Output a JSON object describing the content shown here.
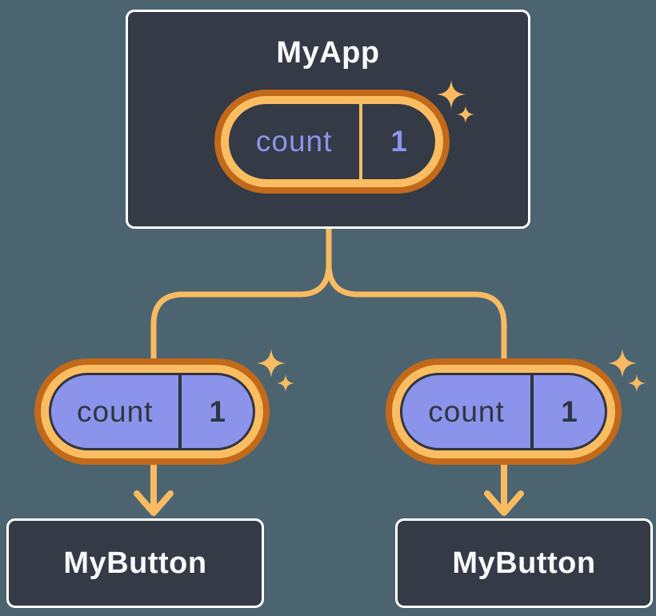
{
  "colors": {
    "background": "#4C6470",
    "box_fill": "#343A46",
    "box_border": "#FFFFFF",
    "ring_outer": "#C2691A",
    "ring_inner": "#FBBD62",
    "connector": "#F8BB62",
    "pill_purple": "#8B93EA",
    "pill_dark_text": "#2F3540",
    "pill_light_text": "#8C95EC",
    "title_text": "#F7F9FA"
  },
  "diagram": {
    "type": "component-tree",
    "root": {
      "title": "MyApp",
      "state": {
        "key": "count",
        "value": "1"
      },
      "icon": "sparkle-icon"
    },
    "children": [
      {
        "title": "MyButton",
        "state": {
          "key": "count",
          "value": "1"
        },
        "icon": "sparkle-icon"
      },
      {
        "title": "MyButton",
        "state": {
          "key": "count",
          "value": "1"
        },
        "icon": "sparkle-icon"
      }
    ]
  }
}
